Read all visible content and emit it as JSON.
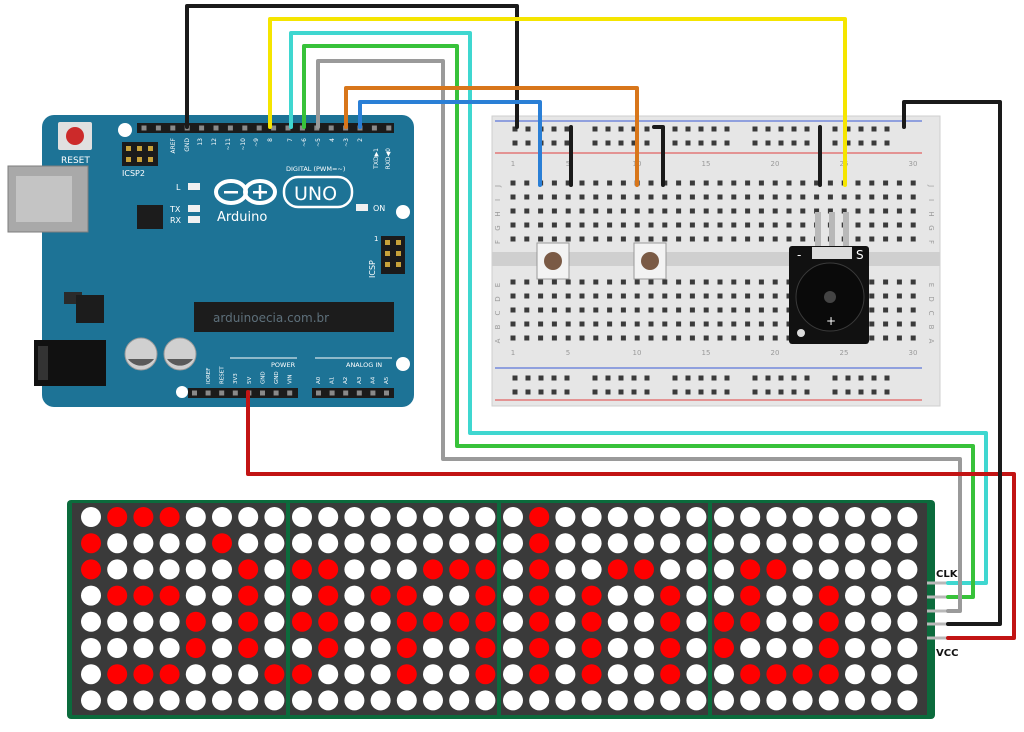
{
  "arduino": {
    "reset_label": "RESET",
    "icsp2_label": "ICSP2",
    "icsp_label": "ICSP",
    "l_label": "L",
    "tx_label": "TX",
    "rx_label": "RX",
    "on_label": "ON",
    "logo_text": "Arduino",
    "uno_text": "UNO",
    "digital_label": "DIGITAL (PWM=~)",
    "txd_label": "TXD▶1",
    "rxd_label": "RXD◀0",
    "watermark": "arduinoecia.com.br",
    "power_label": "POWER",
    "analog_label": "ANALOG IN",
    "digital_pins": [
      "AREF",
      "GND",
      "13",
      "12",
      "~11",
      "~10",
      "~9",
      "8",
      "7",
      "~6",
      "~5",
      "4",
      "~3",
      "2"
    ],
    "power_pins": [
      "IOREF",
      "RESET",
      "3V3",
      "5V",
      "GND",
      "GND",
      "VIN"
    ],
    "analog_pins": [
      "A0",
      "A1",
      "A2",
      "A3",
      "A4",
      "A5"
    ],
    "icsp_number": "1"
  },
  "breadboard": {
    "col_numbers": [
      "1",
      "5",
      "10",
      "15",
      "20",
      "25",
      "30"
    ],
    "row_letters_top": [
      "J",
      "I",
      "H",
      "G",
      "F"
    ],
    "row_letters_bottom": [
      "E",
      "D",
      "C",
      "B",
      "A"
    ]
  },
  "buzzer": {
    "minus_label": "-",
    "s_label": "S",
    "plus_label": "+"
  },
  "matrix": {
    "clk_label": "CLK",
    "vcc_label": "VCC",
    "rows": [
      "01110000000000000100000000000000",
      "10000100000000000100000000000000",
      "10000010110001110100110001100000",
      "01110010010110010101001001001000",
      "00001010110011110101001011001000",
      "00001010010010010101001010001000",
      "01110001100010010101001001111000",
      "00000000000000000000000000000000"
    ]
  },
  "colors": {
    "board": "#1d7396",
    "matrix_bg": "#3a3a3a",
    "matrix_frame": "#0b6b3c",
    "led_on": "#ff0000",
    "led_off": "#ffffff",
    "wire_black": "#1a1a1a",
    "wire_yellow": "#f5e500",
    "wire_cyan": "#3fd7d0",
    "wire_green": "#38c23a",
    "wire_gray": "#9a9a9a",
    "wire_orange": "#d8761a",
    "wire_blue": "#2a7fd6",
    "wire_red": "#c21414"
  }
}
